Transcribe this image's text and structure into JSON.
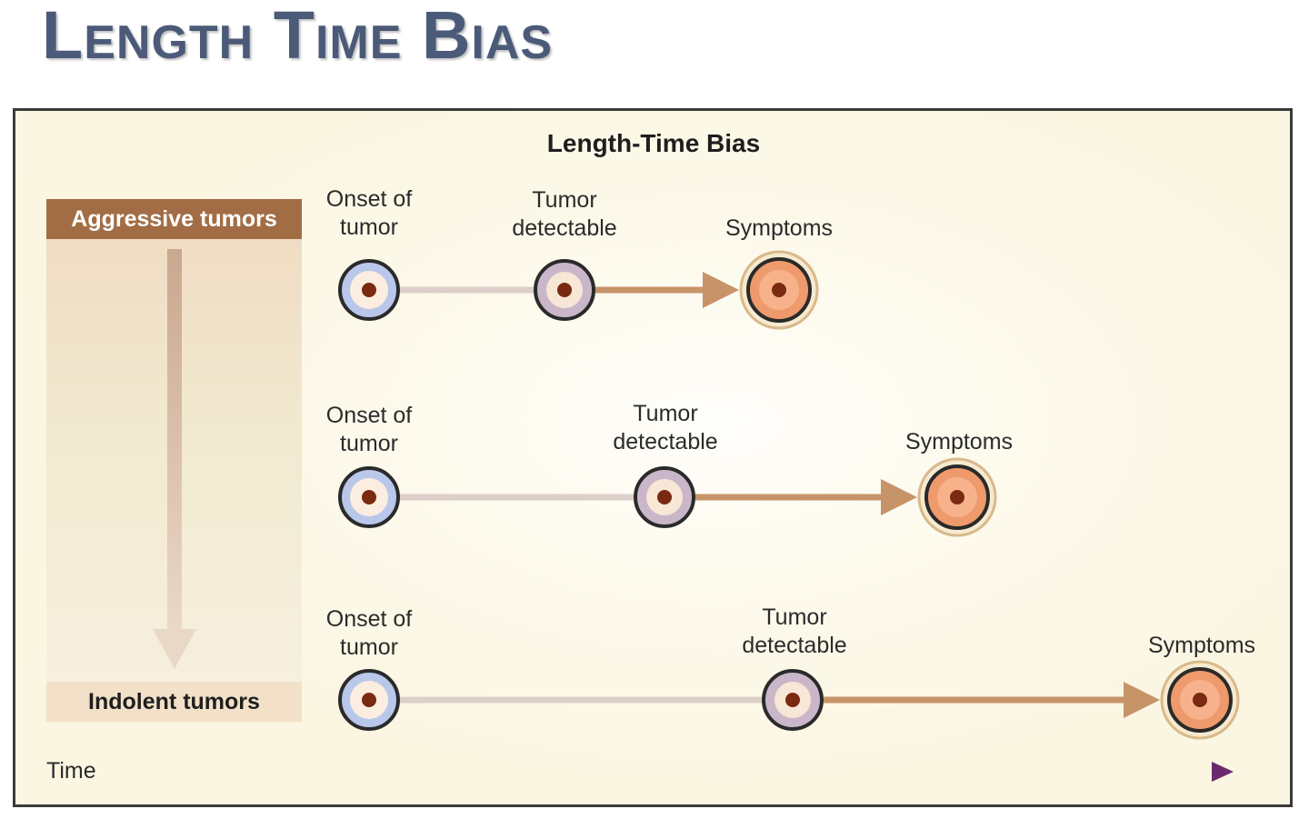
{
  "slide": {
    "title": "Length Time Bias"
  },
  "diagram": {
    "title": "Length-Time Bias",
    "gradient_top_label": "Aggressive tumors",
    "gradient_bottom_label": "Indolent tumors",
    "time_axis_label": "Time",
    "rows": [
      {
        "onset_label_1": "Onset of",
        "onset_label_2": "tumor",
        "detectable_label_1": "Tumor",
        "detectable_label_2": "detectable",
        "symptoms_label": "Symptoms"
      },
      {
        "onset_label_1": "Onset of",
        "onset_label_2": "tumor",
        "detectable_label_1": "Tumor",
        "detectable_label_2": "detectable",
        "symptoms_label": "Symptoms"
      },
      {
        "onset_label_1": "Onset of",
        "onset_label_2": "tumor",
        "detectable_label_1": "Tumor",
        "detectable_label_2": "detectable",
        "symptoms_label": "Symptoms"
      }
    ],
    "colors": {
      "onset_cell": "#b9c7ea",
      "detectable_cell": "#c9b7c9",
      "symptoms_cell": "#ef9a6c",
      "nucleus": "#7a2a10",
      "timeline": "#c79469",
      "time_arrow": "#6b2a6e",
      "aggressive_band": "#a26d45",
      "indolent_band": "#f2e1c8"
    }
  }
}
